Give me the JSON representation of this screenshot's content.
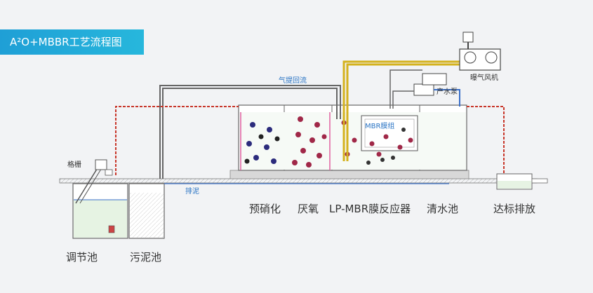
{
  "title": "A²O+MBBR工艺流程图",
  "labels": {
    "grille": "格栅",
    "air_return": "气提回流",
    "sludge_discharge": "排泥",
    "blower": "曝气风机",
    "product_pump": "产水泵",
    "membrane_module": "MBR膜组"
  },
  "tanks": {
    "regulating": "调节池",
    "sludge": "污泥池",
    "pre_denitrification": "预硝化",
    "anaerobic": "厌氧",
    "lp_mbr": "LP-MBR膜反应器",
    "clear_water": "清水池",
    "discharge": "达标排放"
  },
  "colors": {
    "banner": "#1f9fd6",
    "air_pipe": "#d4b21e",
    "water_pipe": "#3a6fc8",
    "sludge_pipe": "#c8362a",
    "pink_pipe": "#e060a0",
    "wall": "#6b6b6b",
    "water": "#e8f4e4"
  }
}
